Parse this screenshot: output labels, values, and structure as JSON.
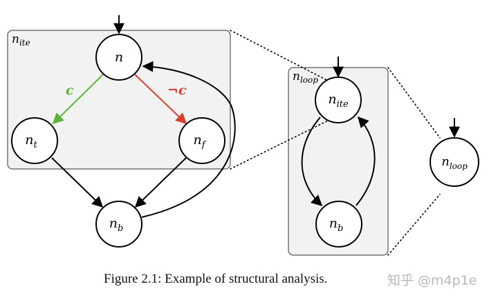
{
  "diagram": {
    "box_ite_label": {
      "base": "n",
      "sub": "ite"
    },
    "box_loop_label": {
      "base": "n",
      "sub": "loop"
    },
    "nodes": {
      "n": {
        "base": "n",
        "sub": ""
      },
      "nt": {
        "base": "n",
        "sub": "t"
      },
      "nf": {
        "base": "n",
        "sub": "f"
      },
      "nb": {
        "base": "n",
        "sub": "b"
      },
      "loop_ite": {
        "base": "n",
        "sub": "ite"
      },
      "loop_b": {
        "base": "n",
        "sub": "b"
      },
      "nloop": {
        "base": "n",
        "sub": "loop"
      }
    },
    "edge_labels": {
      "true_branch": "c",
      "false_branch": "¬c"
    },
    "colors": {
      "true_edge": "#5db33a",
      "false_edge": "#d8402c"
    }
  },
  "caption": "Figure 2.1: Example of structural analysis.",
  "watermark": "知乎 @m4p1e"
}
